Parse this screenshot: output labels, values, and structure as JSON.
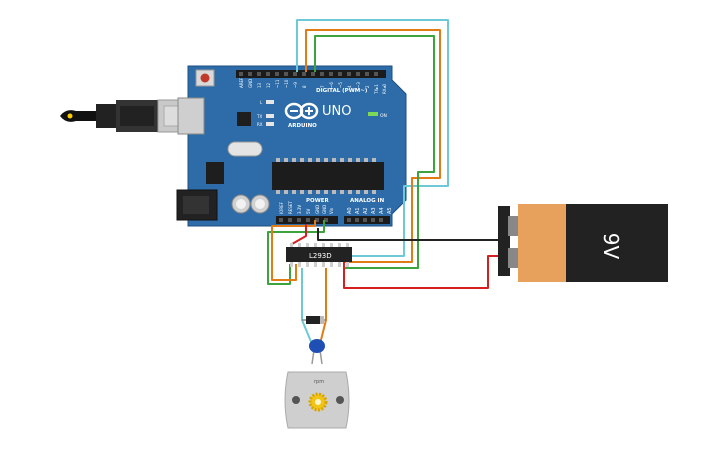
{
  "arduino": {
    "brand": "ARDUINO",
    "model": "UNO",
    "digital_label": "DIGITAL (PWM~)",
    "power_label": "POWER",
    "analog_label": "ANALOG IN",
    "on_label": "ON",
    "led_labels": [
      "L",
      "TX",
      "RX"
    ],
    "digital_pins": [
      "AREF",
      "GND",
      "13",
      "12",
      "~11",
      "~10",
      "~9",
      "8",
      "7",
      "~6",
      "~5",
      "4",
      "~3",
      "2",
      "TX▸1",
      "RX◂0"
    ],
    "power_pins": [
      "IOREF",
      "RESET",
      "3.3V",
      "5V",
      "GND",
      "GND",
      "Vin"
    ],
    "analog_pins": [
      "A0",
      "A1",
      "A2",
      "A3",
      "A4",
      "A5"
    ]
  },
  "driver": {
    "label": "L293D"
  },
  "battery": {
    "label": "9V"
  },
  "motor": {
    "label": "rpm"
  },
  "colors": {
    "board": "#2d6ca8",
    "wire_cyan": "#6ec9d6",
    "wire_orange": "#e07b16",
    "wire_green": "#3da33d",
    "wire_red": "#d61f1f",
    "wire_black": "#222222",
    "battery_orange": "#e8a15c"
  }
}
